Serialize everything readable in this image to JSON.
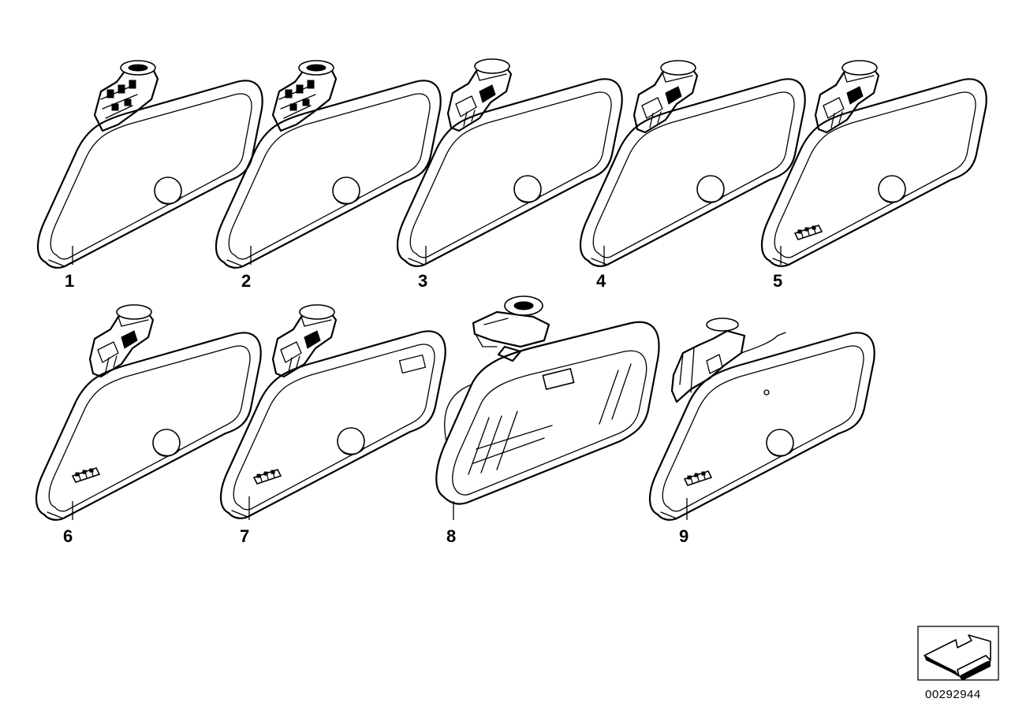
{
  "callouts": [
    {
      "label": "1",
      "mount": "type-a"
    },
    {
      "label": "2",
      "mount": "type-a"
    },
    {
      "label": "3",
      "mount": "type-b"
    },
    {
      "label": "4",
      "mount": "type-b"
    },
    {
      "label": "5",
      "mount": "type-b"
    },
    {
      "label": "6",
      "mount": "type-b"
    },
    {
      "label": "7",
      "mount": "type-b"
    },
    {
      "label": "8",
      "mount": "type-c"
    },
    {
      "label": "9",
      "mount": "type-d"
    }
  ],
  "document_number": "00292944",
  "direction_icon": "arrow-symbol-icon"
}
